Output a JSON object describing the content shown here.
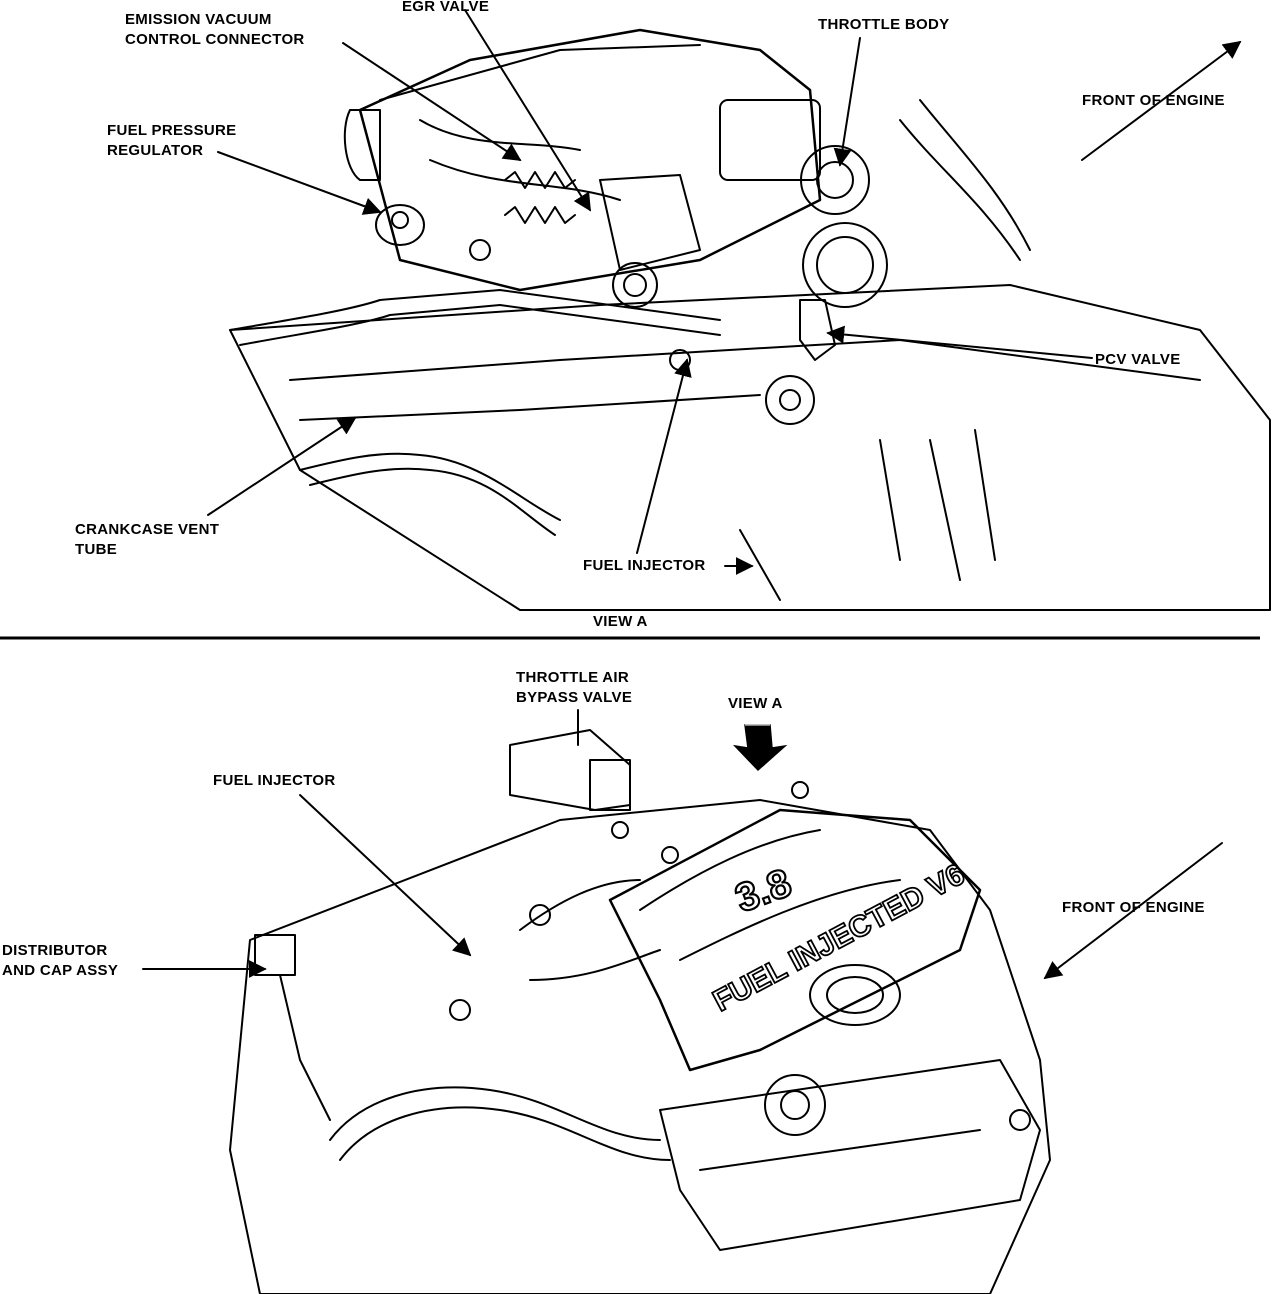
{
  "view_a": {
    "labels": {
      "emission_vacuum_control_connector": [
        "EMISSION VACUUM",
        "CONTROL CONNECTOR"
      ],
      "egr_valve": "EGR VALVE",
      "throttle_body": "THROTTLE BODY",
      "front_of_engine": "FRONT OF ENGINE",
      "fuel_pressure_regulator": [
        "FUEL PRESSURE",
        "REGULATOR"
      ],
      "pcv_valve": "PCV VALVE",
      "crankcase_vent_tube": [
        "CRANKCASE VENT",
        "TUBE"
      ],
      "fuel_injector": "FUEL INJECTOR"
    },
    "caption": "VIEW A"
  },
  "lower_view": {
    "labels": {
      "throttle_air_bypass_valve": [
        "THROTTLE AIR",
        "BYPASS VALVE"
      ],
      "view_a_marker": "VIEW A",
      "fuel_injector": "FUEL INJECTOR",
      "front_of_engine": "FRONT OF ENGINE",
      "distributor_and_cap_assy": [
        "DISTRIBUTOR",
        "AND CAP ASSY"
      ]
    },
    "engine_markings": {
      "displacement": "3.8",
      "intake_text": "FUEL INJECTED V6"
    }
  }
}
